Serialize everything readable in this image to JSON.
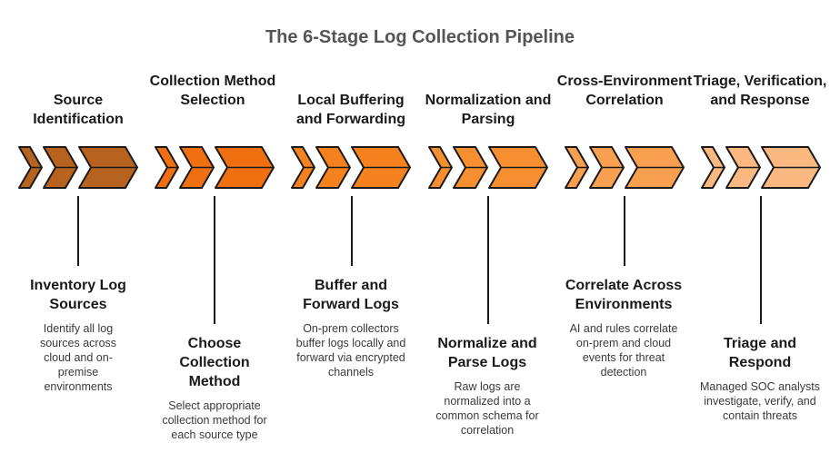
{
  "title": "The 6-Stage Log Collection Pipeline",
  "stages": [
    {
      "heading": "Source Identification",
      "color": "#B8621F",
      "card_title": "Inventory Log Sources",
      "card_desc": "Identify all log sources across cloud and on-premise environments"
    },
    {
      "heading": "Collection Method Selection",
      "color": "#F07011",
      "card_title": "Choose Collection Method",
      "card_desc": "Select appropriate collection method for each source type"
    },
    {
      "heading": "Local Buffering and Forwarding",
      "color": "#F5821E",
      "card_title": "Buffer and Forward Logs",
      "card_desc": "On-prem collectors buffer logs locally and forward via encrypted channels"
    },
    {
      "heading": "Normalization and Parsing",
      "color": "#F78E30",
      "card_title": "Normalize and Parse Logs",
      "card_desc": "Raw logs are normalized into a common schema for correlation"
    },
    {
      "heading": "Cross-Environment Correlation",
      "color": "#F9A050",
      "card_title": "Correlate Across Environments",
      "card_desc": "AI and rules correlate on-prem and cloud events for threat detection"
    },
    {
      "heading": "Triage, Verification, and Response",
      "color": "#FBB880",
      "card_title": "Triage and Respond",
      "card_desc": "Managed SOC analysts investigate, verify, and contain threats"
    }
  ]
}
